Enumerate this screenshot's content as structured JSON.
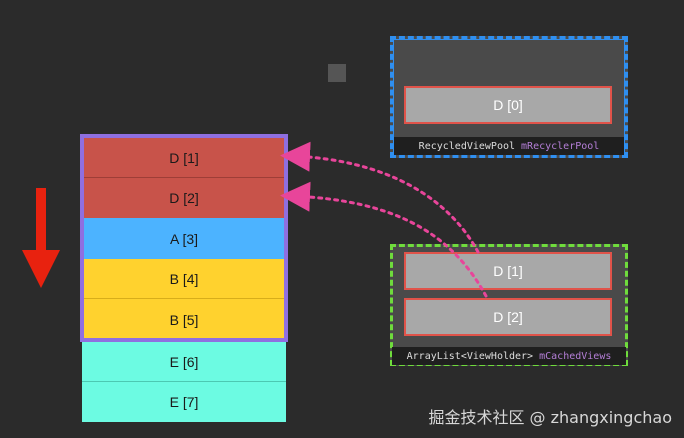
{
  "list": {
    "items": [
      {
        "label": "D [1]",
        "color": "#c8534a"
      },
      {
        "label": "D [2]",
        "color": "#c8534a"
      },
      {
        "label": "A [3]",
        "color": "#4cb3ff"
      },
      {
        "label": "B [4]",
        "color": "#ffd22e"
      },
      {
        "label": "B [5]",
        "color": "#ffd22e"
      },
      {
        "label": "E [6]",
        "color": "#6cfbe2"
      },
      {
        "label": "E [7]",
        "color": "#6cfbe2"
      }
    ]
  },
  "recycled_pool": {
    "item": "D [0]",
    "caption_type": "RecycledViewPool",
    "caption_field": "mRecyclerPool"
  },
  "cached_views": {
    "items": [
      "D [1]",
      "D [2]"
    ],
    "caption_type": "ArrayList<ViewHolder>",
    "caption_field": "mCachedViews"
  },
  "watermark": "掘金技术社区 @ zhangxingchao",
  "colors": {
    "viewport_border": "#8f6fe0",
    "pool_border": "#2f8ff0",
    "cache_border": "#6fdc3c",
    "arrow": "#e8459a",
    "scroll_arrow": "#e8220f"
  }
}
